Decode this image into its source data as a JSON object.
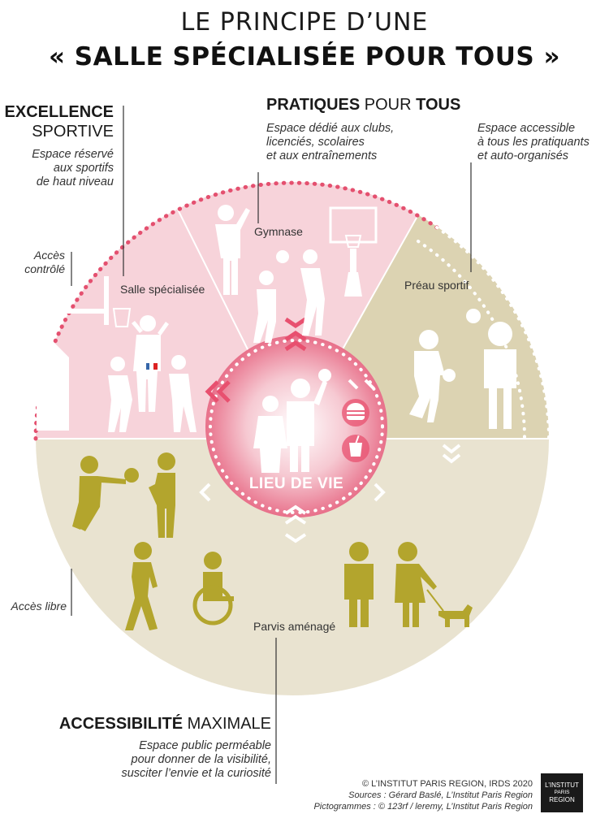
{
  "title": {
    "line1": "LE PRINCIPE D’UNE",
    "line2": "« SALLE SPÉCIALISÉE POUR TOUS »"
  },
  "excellence": {
    "title_bold": "EXCELLENCE",
    "title_rest": "SPORTIVE",
    "desc": [
      "Espace réservé",
      "aux sportifs",
      "de haut niveau"
    ]
  },
  "pratiques": {
    "title_bold": "PRATIQUES",
    "title_mid": " POUR ",
    "title_bold2": "TOUS",
    "desc": [
      "Espace dédié aux clubs,",
      "licenciés, scolaires",
      "et aux entraînements"
    ]
  },
  "accessible": {
    "desc": [
      "Espace accessible",
      "à tous les pratiquants",
      "et auto-organisés"
    ]
  },
  "labels": {
    "acces_controle": [
      "Accès",
      "contrôlé"
    ],
    "salle_specialisee": "Salle spécialisée",
    "gymnase": "Gymnase",
    "preau_sportif": "Préau sportif",
    "lieu_de_vie": "LIEU DE VIE",
    "acces_libre": "Accès libre",
    "parvis_amenage": "Parvis aménagé"
  },
  "accessibilite": {
    "title_bold": "ACCESSIBILITÉ",
    "title_rest": " MAXIMALE",
    "desc": [
      "Espace public perméable",
      "pour donner de la visibilité,",
      "susciter l’envie et la curiosité"
    ]
  },
  "credits": {
    "line1": "© L’INSTITUT PARIS REGION, IRDS 2020",
    "line2": "Sources : Gérard Baslé, L’Institut Paris Region",
    "line3": "Pictogrammes : © 123rf / leremy, L’Institut Paris Region"
  },
  "logo": {
    "line1": "L’INSTITUT",
    "line2": "PARIS",
    "line3": "REGION"
  },
  "colors": {
    "pink": "#f6cfd6",
    "pink_dark": "#e8506f",
    "beige": "#e8e2cf",
    "beige_dark": "#c8bd95",
    "olive": "#b3a52d"
  },
  "icons": [
    "basketball-hoop-icon",
    "basketball-players-icon",
    "referee-icon",
    "volleyball-players-icon",
    "family-icon",
    "burger-icon",
    "drink-icon",
    "dribbling-players-icon",
    "passing-players-icon",
    "walking-person-icon",
    "wheelchair-user-icon",
    "standing-person-icon",
    "dog-walker-icon"
  ]
}
